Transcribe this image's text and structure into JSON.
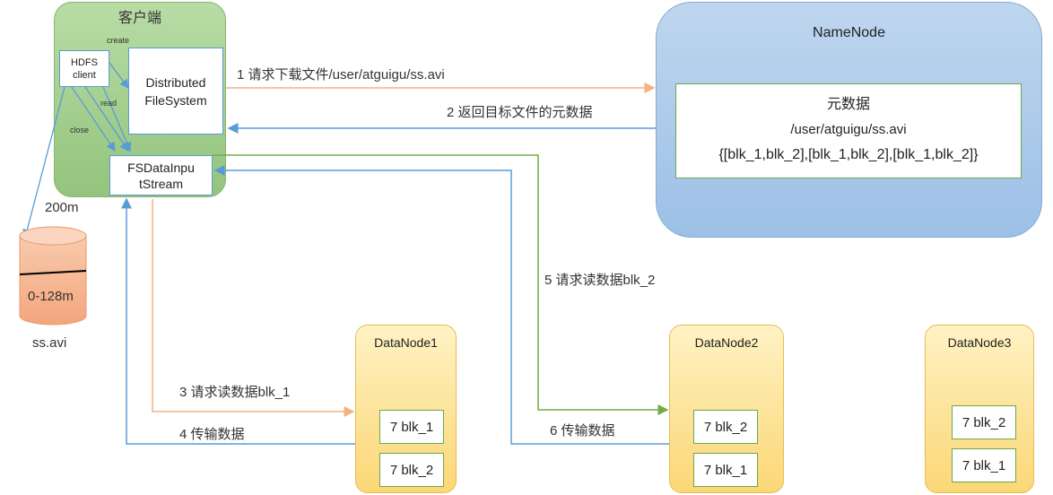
{
  "client": {
    "title": "客户端",
    "hdfs_client": [
      "HDFS",
      "client"
    ],
    "dfs": [
      "Distributed",
      "FileSystem"
    ],
    "fsdata": [
      "FSDataInpu",
      "tStream"
    ],
    "create": "create",
    "read": "read",
    "close": "close"
  },
  "file": {
    "size": "200m",
    "part": "0-128m",
    "name": "ss.avi"
  },
  "namenode": {
    "title": "NameNode",
    "meta_title": "元数据",
    "path": "/user/atguigu/ss.avi",
    "blocks": "{[blk_1,blk_2],[blk_1,blk_2],[blk_1,blk_2]}"
  },
  "steps": {
    "s1": "1 请求下载文件/user/atguigu/ss.avi",
    "s2": "2 返回目标文件的元数据",
    "s3": "3 请求读数据blk_1",
    "s4": "4 传输数据",
    "s5": "5 请求读数据blk_2",
    "s6": "6 传输数据"
  },
  "datanodes": [
    {
      "title": "DataNode1",
      "blocks": [
        "7 blk_1",
        "7 blk_2"
      ]
    },
    {
      "title": "DataNode2",
      "blocks": [
        "7 blk_2",
        "7 blk_1"
      ]
    },
    {
      "title": "DataNode3",
      "blocks": [
        "7 blk_2",
        "7 blk_1"
      ]
    }
  ],
  "colors": {
    "blue": "#5b9bd5",
    "orange": "#f4b183",
    "green": "#70ad47"
  }
}
